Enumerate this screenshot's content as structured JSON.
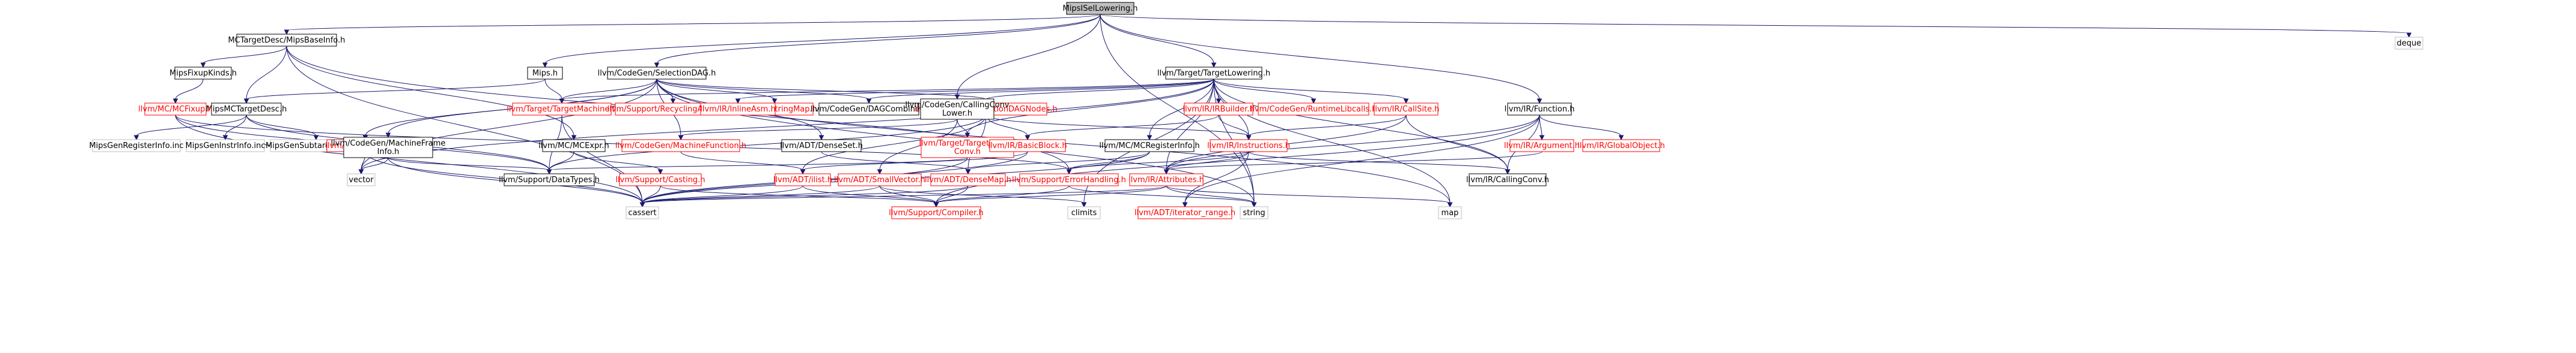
{
  "diagram": {
    "root": "MipsISelLowering.h",
    "nodes": {
      "root": {
        "label": "MipsISelLowering.h",
        "kind": "root"
      },
      "mipsisellowering": {
        "label": "MipsISelLowering.h",
        "kind": "local"
      },
      "mctargetdesc": {
        "label": "MCTargetDesc/MipsBaseInfo.h",
        "kind": "local"
      },
      "mips": {
        "label": "Mips.h",
        "kind": "local"
      },
      "selectiondag": {
        "label": "llvm/CodeGen/SelectionDAG.h",
        "kind": "local"
      },
      "targetlowering": {
        "label": "llvm/Target/TargetLowering.h",
        "kind": "local"
      },
      "function": {
        "label": "llvm/IR/Function.h",
        "kind": "local"
      },
      "deque": {
        "label": "deque",
        "kind": "std"
      },
      "mipsfixupkinds": {
        "label": "MipsFixupKinds.h",
        "kind": "local"
      },
      "mipsmctargetdesc": {
        "label": "MipsMCTargetDesc.h",
        "kind": "local"
      },
      "mcfixup": {
        "label": "llvm/MC/MCFixup.h",
        "kind": "ext"
      },
      "targetmachine": {
        "label": "llvm/Target/TargetMachine.h",
        "kind": "ext"
      },
      "recyclingallocator": {
        "label": "llvm/Support/RecyclingAllocator.h",
        "kind": "ext"
      },
      "stringmap": {
        "label": "llvm/ADT/StringMap.h",
        "kind": "ext"
      },
      "dagcombine": {
        "label": "llvm/CodeGen/DAGCombine.h",
        "kind": "local"
      },
      "selectiondagnodes": {
        "label": "llvm/CodeGen/SelectionDAGNodes.h",
        "kind": "ext"
      },
      "inlineasm": {
        "label": "llvm/IR/InlineAsm.h",
        "kind": "ext"
      },
      "irbuilder": {
        "label": "llvm/IR/IRBuilder.h",
        "kind": "ext"
      },
      "runtimelibcalls": {
        "label": "llvm/CodeGen/RuntimeLibcalls.h",
        "kind": "ext"
      },
      "callsite": {
        "label": "llvm/IR/CallSite.h",
        "kind": "ext"
      },
      "callingconvlower": {
        "label": "llvm/CodeGen/CallingConv\nLower.h",
        "kind": "local"
      },
      "mipsregisterinfo": {
        "label": "MipsGenRegisterInfo.inc",
        "kind": "std"
      },
      "mipsinstrinfo": {
        "label": "MipsGenInstrInfo.inc",
        "kind": "std"
      },
      "mipssubtargetinfo": {
        "label": "MipsGenSubtargetInfo.inc",
        "kind": "std"
      },
      "bitvector": {
        "label": "llvm/ADT/BitVector.h",
        "kind": "ext"
      },
      "mcexpr": {
        "label": "llvm/MC/MCExpr.h",
        "kind": "local"
      },
      "machinefunction": {
        "label": "llvm/CodeGen/MachineFunction.h",
        "kind": "ext"
      },
      "densesetdense": {
        "label": "llvm/ADT/DenseSet.h",
        "kind": "local"
      },
      "targetcallingconv": {
        "label": "llvm/Target/TargetCalling\nConv.h",
        "kind": "ext"
      },
      "machineframeinfo": {
        "label": "llvm/CodeGen/MachineFrame\nInfo.h",
        "kind": "local"
      },
      "basicblock": {
        "label": "llvm/IR/BasicBlock.h",
        "kind": "ext"
      },
      "mcregisterinfo": {
        "label": "llvm/MC/MCRegisterInfo.h",
        "kind": "local"
      },
      "instructions": {
        "label": "llvm/IR/Instructions.h",
        "kind": "ext"
      },
      "argument": {
        "label": "llvm/IR/Argument.h",
        "kind": "ext"
      },
      "globalobject": {
        "label": "llvm/IR/GlobalObject.h",
        "kind": "ext"
      },
      "vector": {
        "label": "vector",
        "kind": "std"
      },
      "datatypes": {
        "label": "llvm/Support/DataTypes.h",
        "kind": "local"
      },
      "casting": {
        "label": "llvm/Support/Casting.h",
        "kind": "ext"
      },
      "ilist": {
        "label": "llvm/ADT/ilist.h",
        "kind": "ext"
      },
      "smallvector": {
        "label": "llvm/ADT/SmallVector.h",
        "kind": "ext"
      },
      "densemap": {
        "label": "llvm/ADT/DenseMap.h",
        "kind": "ext"
      },
      "errorhandling": {
        "label": "llvm/Support/ErrorHandling.h",
        "kind": "ext"
      },
      "attributes": {
        "label": "llvm/IR/Attributes.h",
        "kind": "ext"
      },
      "callingconv": {
        "label": "llvm/IR/CallingConv.h",
        "kind": "local"
      },
      "cassert": {
        "label": "cassert",
        "kind": "std"
      },
      "compiler": {
        "label": "llvm/Support/Compiler.h",
        "kind": "ext"
      },
      "climits": {
        "label": "climits",
        "kind": "std"
      },
      "iteratorrange": {
        "label": "llvm/ADT/iterator_range.h",
        "kind": "ext"
      },
      "string": {
        "label": "string",
        "kind": "std"
      },
      "map": {
        "label": "map",
        "kind": "std"
      }
    }
  }
}
